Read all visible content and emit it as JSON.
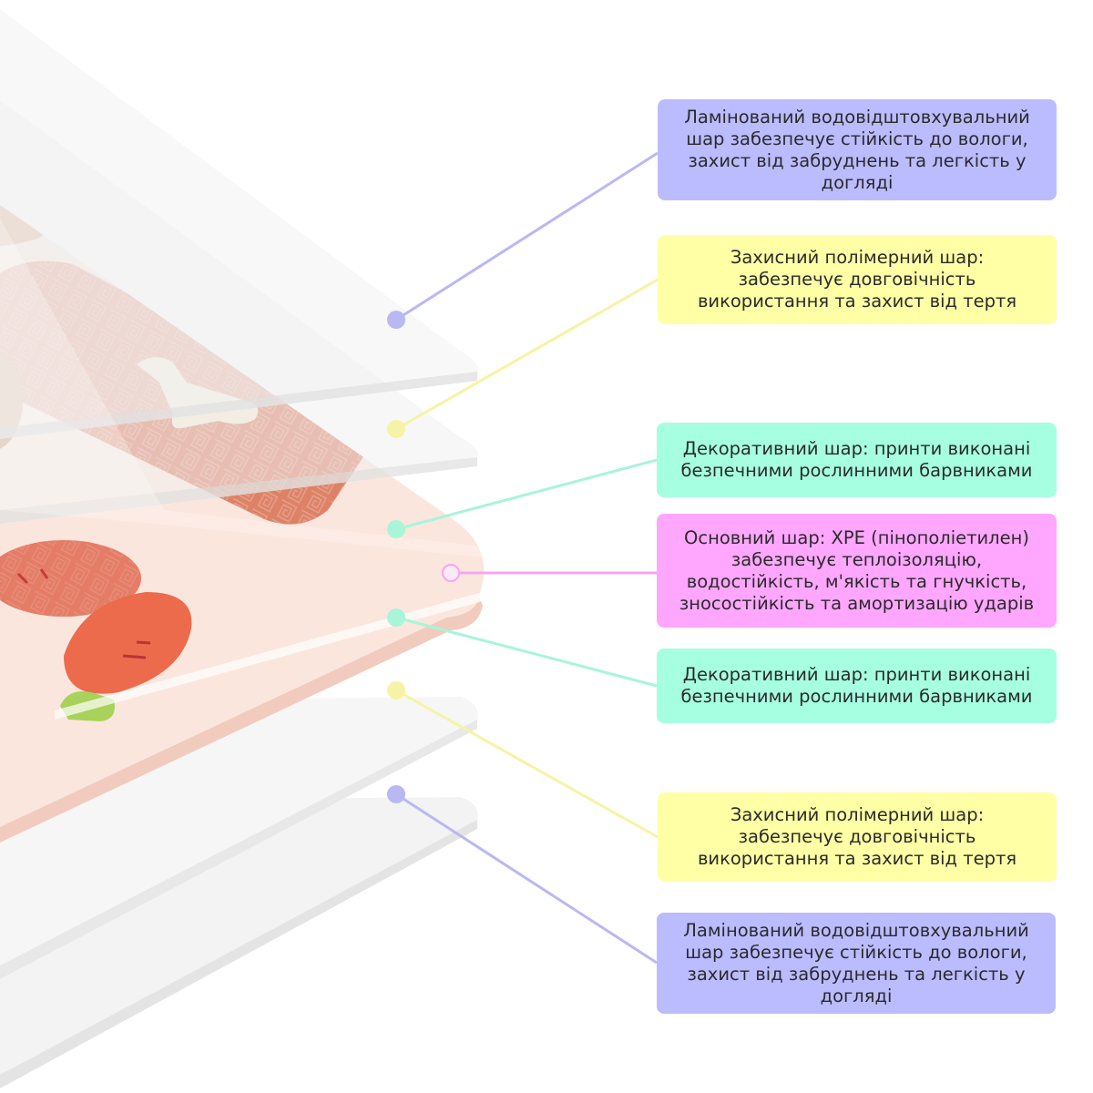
{
  "colors": {
    "lavender": "#bbbcff",
    "yellow": "#ffffa6",
    "mint": "#a6ffe0",
    "pink": "#ffa6ff",
    "line_lavender": "#b9b8f2",
    "line_yellow": "#f6f3a6",
    "line_mint": "#a8f5d9",
    "line_pink": "#f4a7f0"
  },
  "labels": [
    {
      "id": "laminated-top",
      "text": "Ламінований водовідштовхувальний\nшар забезпечує стійкість до вологи,\nзахист від забруднень та легкість у\nдогляді",
      "color": "#bbbcff"
    },
    {
      "id": "protective-top",
      "text": "Захисний полімерний шар:\nзабезпечує довговічність\nвикористання та захист від тертя",
      "color": "#ffffa6"
    },
    {
      "id": "decorative-top",
      "text": "Декоративний шар: принти виконані\nбезпечними рослинними барвниками",
      "color": "#a6ffe0"
    },
    {
      "id": "core",
      "text": "Основний шар: XPE (пінополіетилен)\nзабезпечує теплоізоляцію,\nводостійкість, м'якість та гнучкість,\nзносостійкість та амортизацію ударів",
      "color": "#ffa6ff"
    },
    {
      "id": "decorative-bottom",
      "text": "Декоративний шар: принти виконані\nбезпечними рослинними барвниками",
      "color": "#a6ffe0"
    },
    {
      "id": "protective-bottom",
      "text": "Захисний полімерний шар:\nзабезпечує довговічність\nвикористання та захист від тертя",
      "color": "#ffffa6"
    },
    {
      "id": "laminated-bottom",
      "text": "Ламінований водовідштовхувальний\nшар забезпечує стійкість до вологи,\nзахист від забруднень та легкість у\nдогляді",
      "color": "#bbbcff"
    }
  ]
}
